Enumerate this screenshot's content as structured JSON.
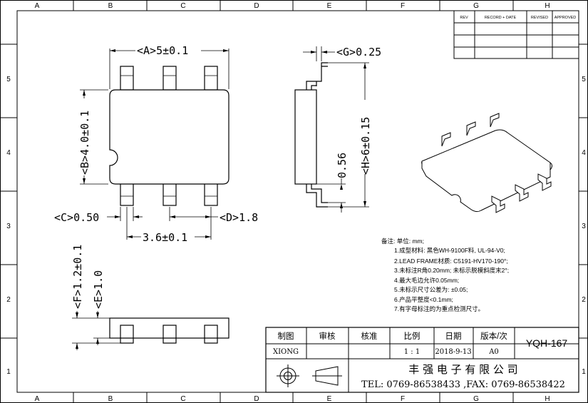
{
  "frame": {
    "columns": [
      "A",
      "B",
      "C",
      "D",
      "E",
      "F",
      "G",
      "H"
    ],
    "rows": [
      "5",
      "4",
      "3",
      "2",
      "1"
    ]
  },
  "revision_table": {
    "headers": [
      "REV",
      "RECORD + DATE",
      "REVISED",
      "APPROVED"
    ]
  },
  "dimensions": {
    "a": "<A>5±0.1",
    "b": "<B>4.0±0.1",
    "c": "<C>0.50",
    "d": "<D>1.8",
    "pitch": "3.6±0.1",
    "g": "<G>0.25",
    "h": "<H>6±0.15",
    "lead_height": "0.56",
    "f": "<F>1.2±0.1",
    "e": "<E>1.0"
  },
  "notes": {
    "title": "备注: 单位: mm;",
    "lines": [
      "1.成型材料: 黑色WH-9100F料, UL-94-V0;",
      "2.LEAD FRAME材质: C5191-HV170-190°;",
      "3.未标注R角0.20mm; 未标示脱模斜度末2°;",
      "4.最大毛边允许0.05mm;",
      "5.未标示尺寸公差为: ±0.05;",
      "6.产品平整度<0.1mm;",
      "7.有字母标注的为重点检测尺寸。"
    ]
  },
  "title_block": {
    "headers": [
      "制图",
      "审核",
      "核准",
      "比例",
      "日期",
      "版本/次"
    ],
    "values": [
      "XIONG",
      "",
      "",
      "1 : 1",
      "2018-9-13",
      "A0"
    ],
    "part_no": "YQH-167",
    "company": "丰 强 电 子 有 限 公 司",
    "contact": "TEL: 0769-86538433 ,FAX: 0769-86538422"
  }
}
